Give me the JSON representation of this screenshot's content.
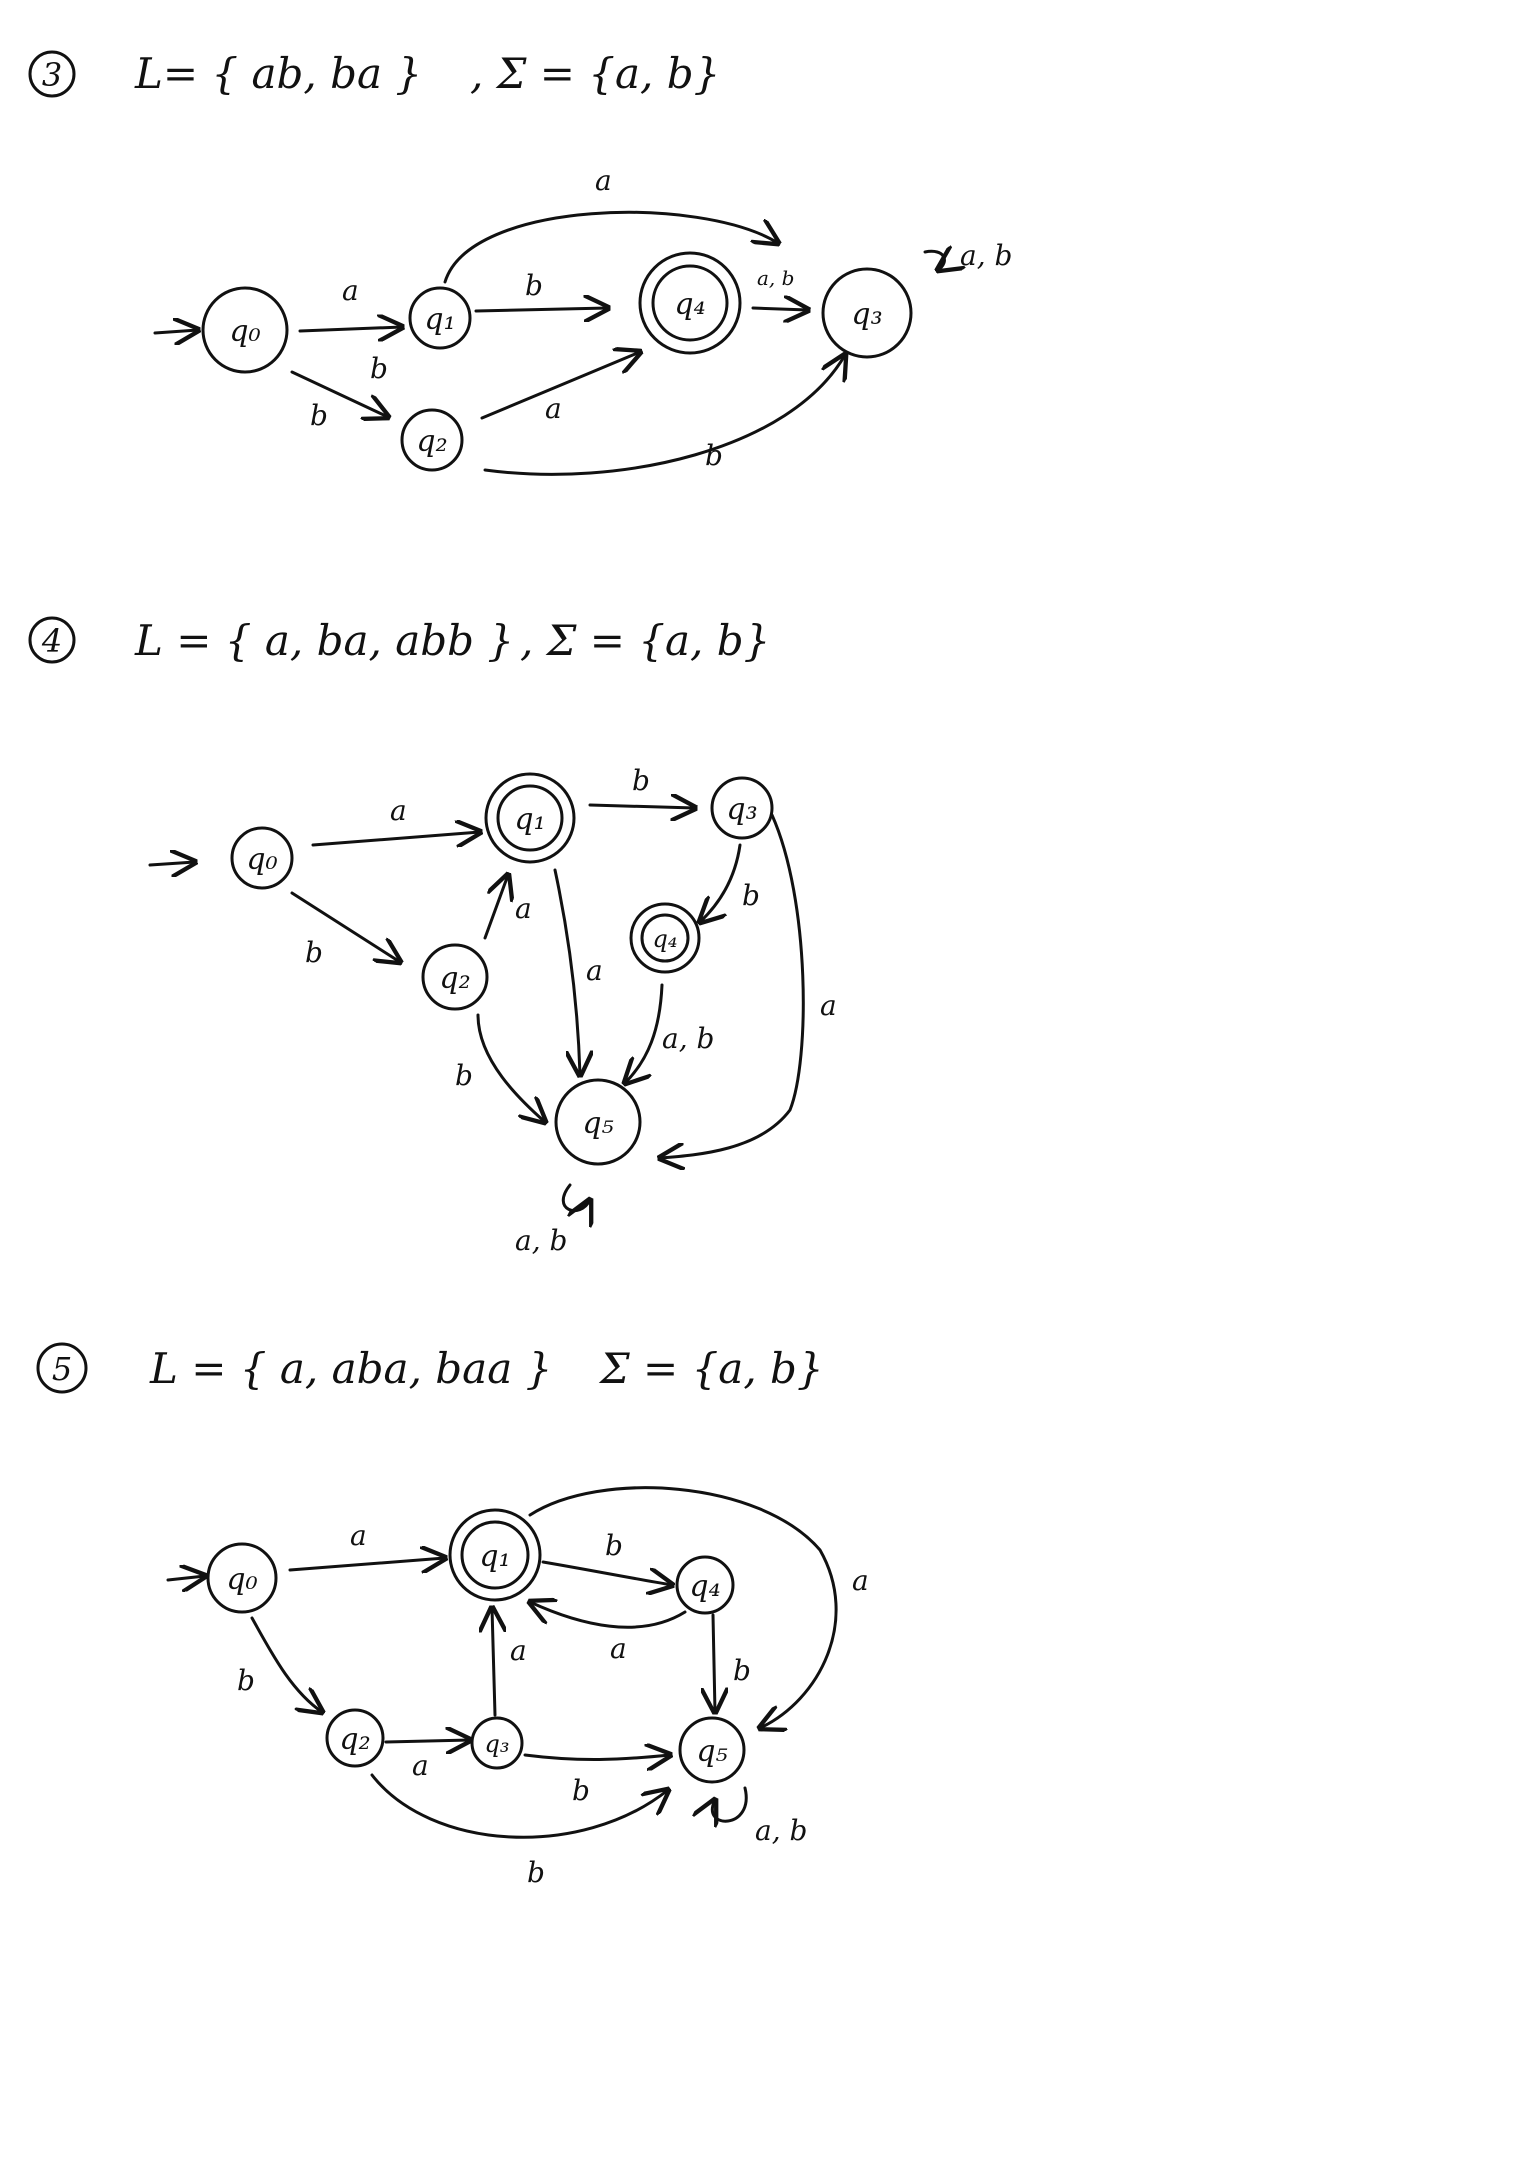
{
  "problems": [
    {
      "number": "3",
      "language": "L= { ab, ba }",
      "alphabet": ", Σ = {a, b}",
      "states": {
        "q0": "q₀",
        "q1": "q₁",
        "q2": "q₂",
        "q4": "q₄",
        "q3": "q₃"
      },
      "edges": {
        "q0_q1": "a",
        "q0_q2": "b",
        "q1_q4": "b",
        "q1_q3": "a",
        "q2_q4": "a",
        "q2_q3": "b",
        "q4_q3": "a, b",
        "q3_loop": "a, b",
        "q1_b_extra": "b"
      }
    },
    {
      "number": "4",
      "language": "L = { a, ba, abb }",
      "alphabet": ", Σ = {a, b}",
      "states": {
        "q0": "q₀",
        "q1": "q₁",
        "q2": "q₂",
        "q3": "q₃",
        "q4": "q₄",
        "q5": "q₅"
      },
      "edges": {
        "q0_q1": "a",
        "q0_q2": "b",
        "q2_q1": "a",
        "q1_q3": "b",
        "q3_q4": "b",
        "q1_q5": "a",
        "q2_q5": "b",
        "q4_q5": "a, b",
        "q3_q5": "a",
        "q5_loop": "a, b"
      }
    },
    {
      "number": "5",
      "language": "L = { a, aba, baa }",
      "alphabet": "Σ = {a, b}",
      "states": {
        "q0": "q₀",
        "q1": "q₁",
        "q2": "q₂",
        "q3": "q₃",
        "q4": "q₄",
        "q5": "q₅"
      },
      "edges": {
        "q0_q1": "a",
        "q0_q2": "b",
        "q1_q4": "b",
        "q4_q1": "a",
        "q3_q1": "a",
        "q1_q5": "a",
        "q4_q5": "b",
        "q2_q3": "a",
        "q3_q5": "b",
        "q2_q5": "b",
        "q5_loop": "a, b"
      }
    }
  ]
}
